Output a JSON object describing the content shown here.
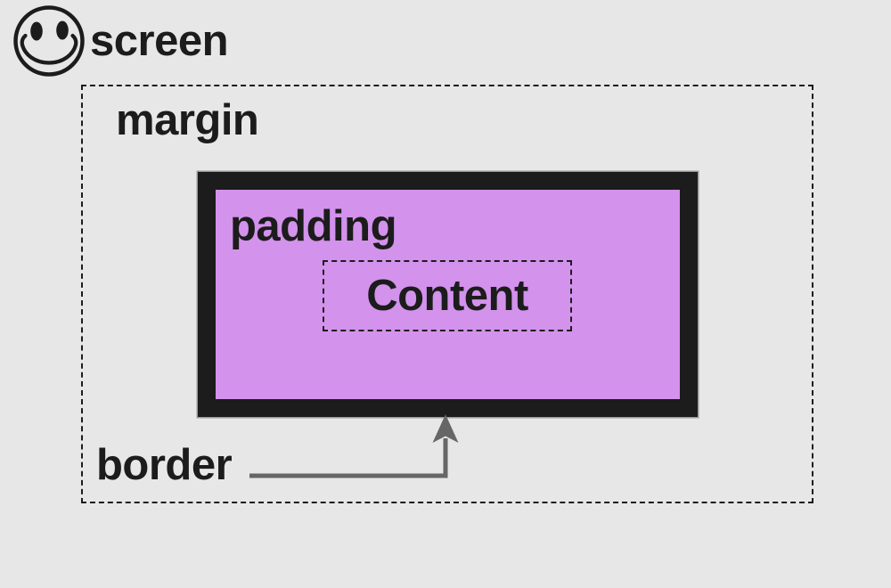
{
  "labels": {
    "screen": "screen",
    "margin": "margin",
    "padding": "padding",
    "content": "Content",
    "border": "border"
  },
  "colors": {
    "background": "#e7e7e7",
    "padding_fill": "#d392ec",
    "box_border": "#1c1c1c",
    "dash": "#1c1c1c",
    "arrow": "#666666",
    "text": "#1c1c1c"
  },
  "icons": {
    "smiley": "smiley-face"
  }
}
